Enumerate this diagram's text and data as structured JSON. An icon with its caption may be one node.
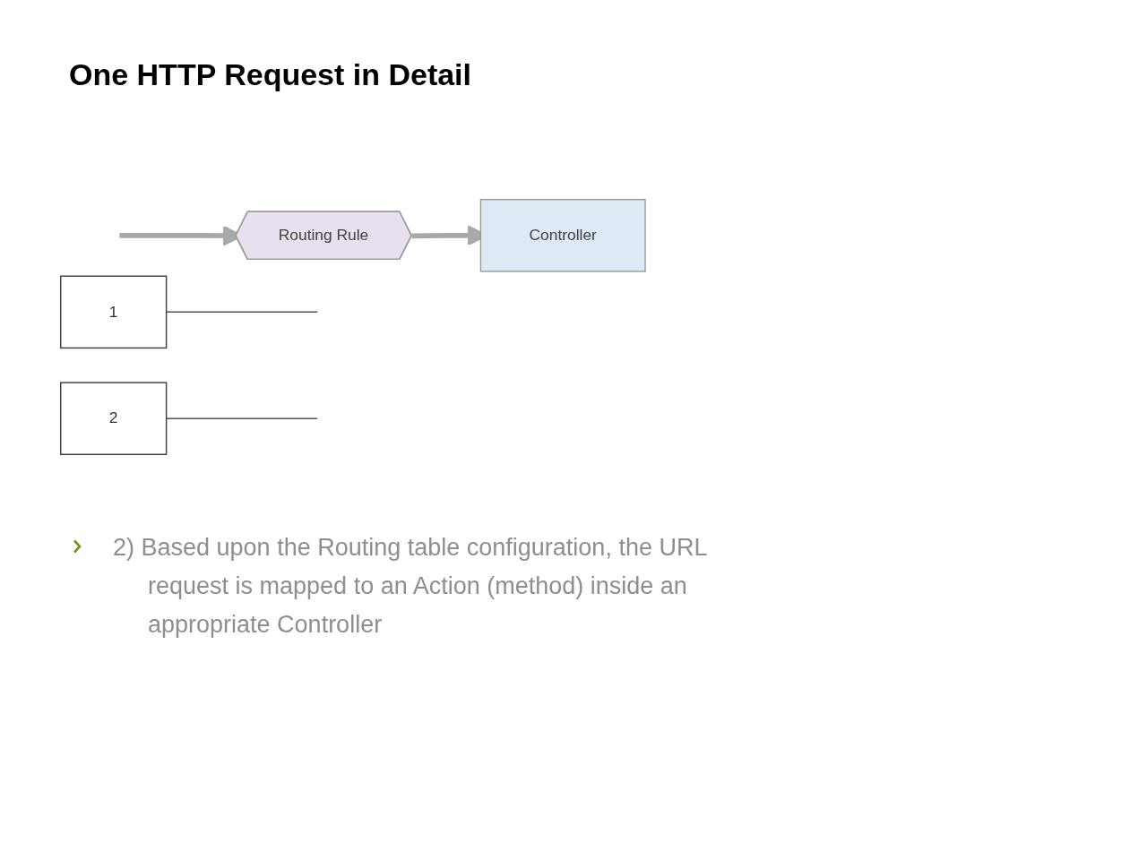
{
  "diagram": {
    "title": "One HTTP Request in Detail",
    "nodes": [
      {
        "text": [
          "Routing Rule"
        ]
      },
      {
        "text": [
          "Controller"
        ]
      },
      {
        "text": [
          "1"
        ]
      },
      {
        "text": [
          "2"
        ]
      }
    ],
    "edges": [
      {
        "from": null,
        "to": 0,
        "arrow": "to",
        "style": "thick"
      },
      {
        "from": 0,
        "to": 1,
        "arrow": "to",
        "style": "thick"
      },
      {
        "from": 2,
        "to": null,
        "arrow": "none"
      },
      {
        "from": 3,
        "to": null,
        "arrow": "none"
      }
    ],
    "labels": [
      "2) Based upon the Routing table configuration, the URL request is mapped to an Action (method) inside an appropriate Controller"
    ]
  }
}
